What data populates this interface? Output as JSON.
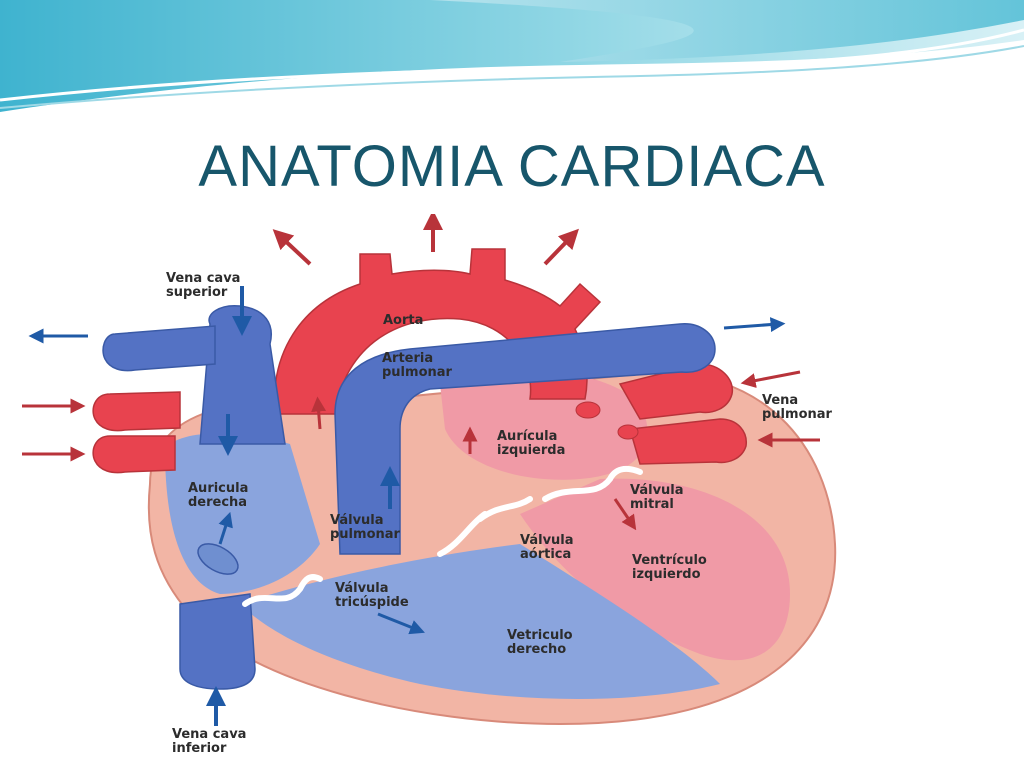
{
  "slide": {
    "title": "ANATOMIA CARDIACA"
  },
  "colors": {
    "title": "#17566b",
    "artery_red": "#e8434f",
    "vein_blue": "#5472c4",
    "heart_wall": "#f2b5a5",
    "left_chambers": "#f09aa6",
    "right_chambers": "#8aa4dd",
    "arrow_red": "#b8333a",
    "arrow_blue": "#1f5aa6",
    "header_wave": "#5fc3d8"
  },
  "labels": {
    "vena_cava_superior": [
      "Vena cava",
      "superior"
    ],
    "aorta": [
      "Aorta"
    ],
    "arteria_pulmonar": [
      "Arteria",
      "pulmonar"
    ],
    "vena_pulmonar": [
      "Vena",
      "pulmonar"
    ],
    "auricula_izquierda": [
      "Aurícula",
      "izquierda"
    ],
    "auricula_derecha": [
      "Auricula",
      "derecha"
    ],
    "valvula_mitral": [
      "Válvula",
      "mitral"
    ],
    "valvula_pulmonar": [
      "Válvula",
      "pulmonar"
    ],
    "valvula_aortica": [
      "Válvula",
      "aórtica"
    ],
    "ventriculo_izquierdo": [
      "Ventrículo",
      "izquierdo"
    ],
    "valvula_tricuspide": [
      "Válvula",
      "tricúspide"
    ],
    "vetriculo_derecho": [
      "Vetriculo",
      "derecho"
    ],
    "vena_cava_inferior": [
      "Vena cava",
      "inferior"
    ]
  }
}
